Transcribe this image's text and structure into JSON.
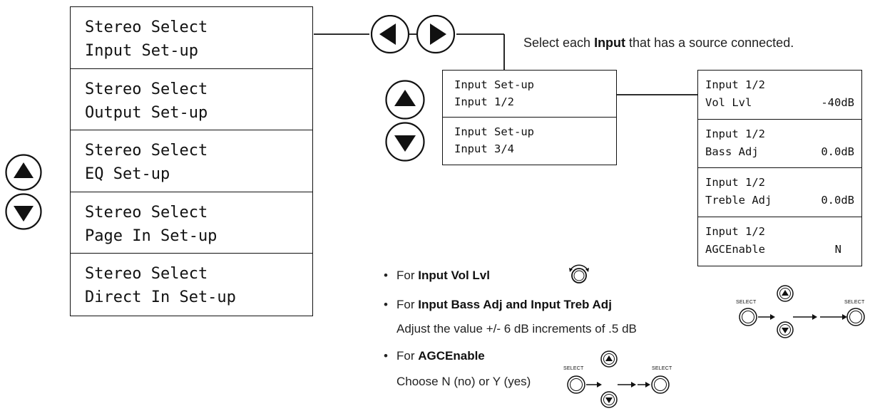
{
  "main_menu": [
    {
      "line1": "Stereo Select",
      "line2": "Input Set-up"
    },
    {
      "line1": "Stereo Select",
      "line2": "Output Set-up"
    },
    {
      "line1": "Stereo Select",
      "line2": "EQ Set-up"
    },
    {
      "line1": "Stereo Select",
      "line2": "Page In Set-up"
    },
    {
      "line1": "Stereo Select",
      "line2": "Direct In Set-up"
    }
  ],
  "input_menu": [
    {
      "line1": "Input Set-up",
      "line2": "Input 1/2"
    },
    {
      "line1": "Input Set-up",
      "line2": "Input 3/4"
    }
  ],
  "detail_menu": [
    {
      "line1": "Input 1/2",
      "label": "Vol Lvl",
      "value": "-40dB"
    },
    {
      "line1": "Input 1/2",
      "label": "Bass Adj",
      "value": "0.0dB"
    },
    {
      "line1": "Input 1/2",
      "label": "Treble Adj",
      "value": "0.0dB"
    },
    {
      "line1": "Input 1/2",
      "label": "AGCEnable",
      "value": "N"
    }
  ],
  "instruction": {
    "pre": "Select each ",
    "bold": "Input",
    "post": " that has a source connected."
  },
  "notes": {
    "vol_pre": "For ",
    "vol_bold": "Input Vol Lvl",
    "bass_pre": "For ",
    "bass_bold": "Input Bass Adj and Input Treb Adj",
    "bass_detail": "Adjust the value +/- 6 dB increments of .5 dB",
    "agc_pre": "For ",
    "agc_bold": "AGCEnable",
    "agc_detail": "Choose N (no) or Y (yes)"
  },
  "select_label": "SELECT",
  "icons": {
    "up": "up-arrow-button-icon",
    "down": "down-arrow-button-icon",
    "left": "left-arrow-button-icon",
    "right": "right-arrow-button-icon",
    "knob": "rotary-knob-icon",
    "select": "select-button-icon"
  }
}
